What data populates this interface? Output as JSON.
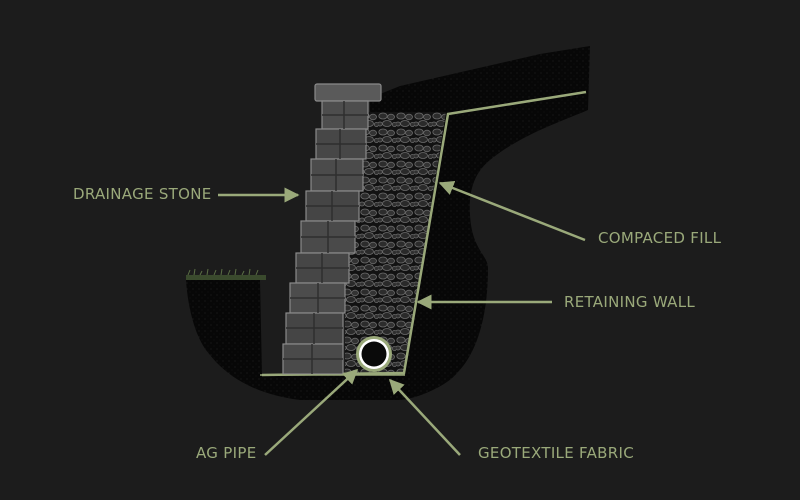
{
  "labels": {
    "drainage_stone": "DRAINAGE STONE",
    "compacted_fill": "COMPACED FILL",
    "retaining_wall": "RETAINING WALL",
    "ag_pipe": "AG PIPE",
    "geotextile_fabric": "GEOTEXTILE FABRIC"
  },
  "colors": {
    "background": "#1c1c1c",
    "soil": "#070707",
    "accent": "#9aa97a",
    "stone": "#4d4d4d",
    "gravel": "#2c2c2c",
    "pipe": "#ffffff"
  }
}
